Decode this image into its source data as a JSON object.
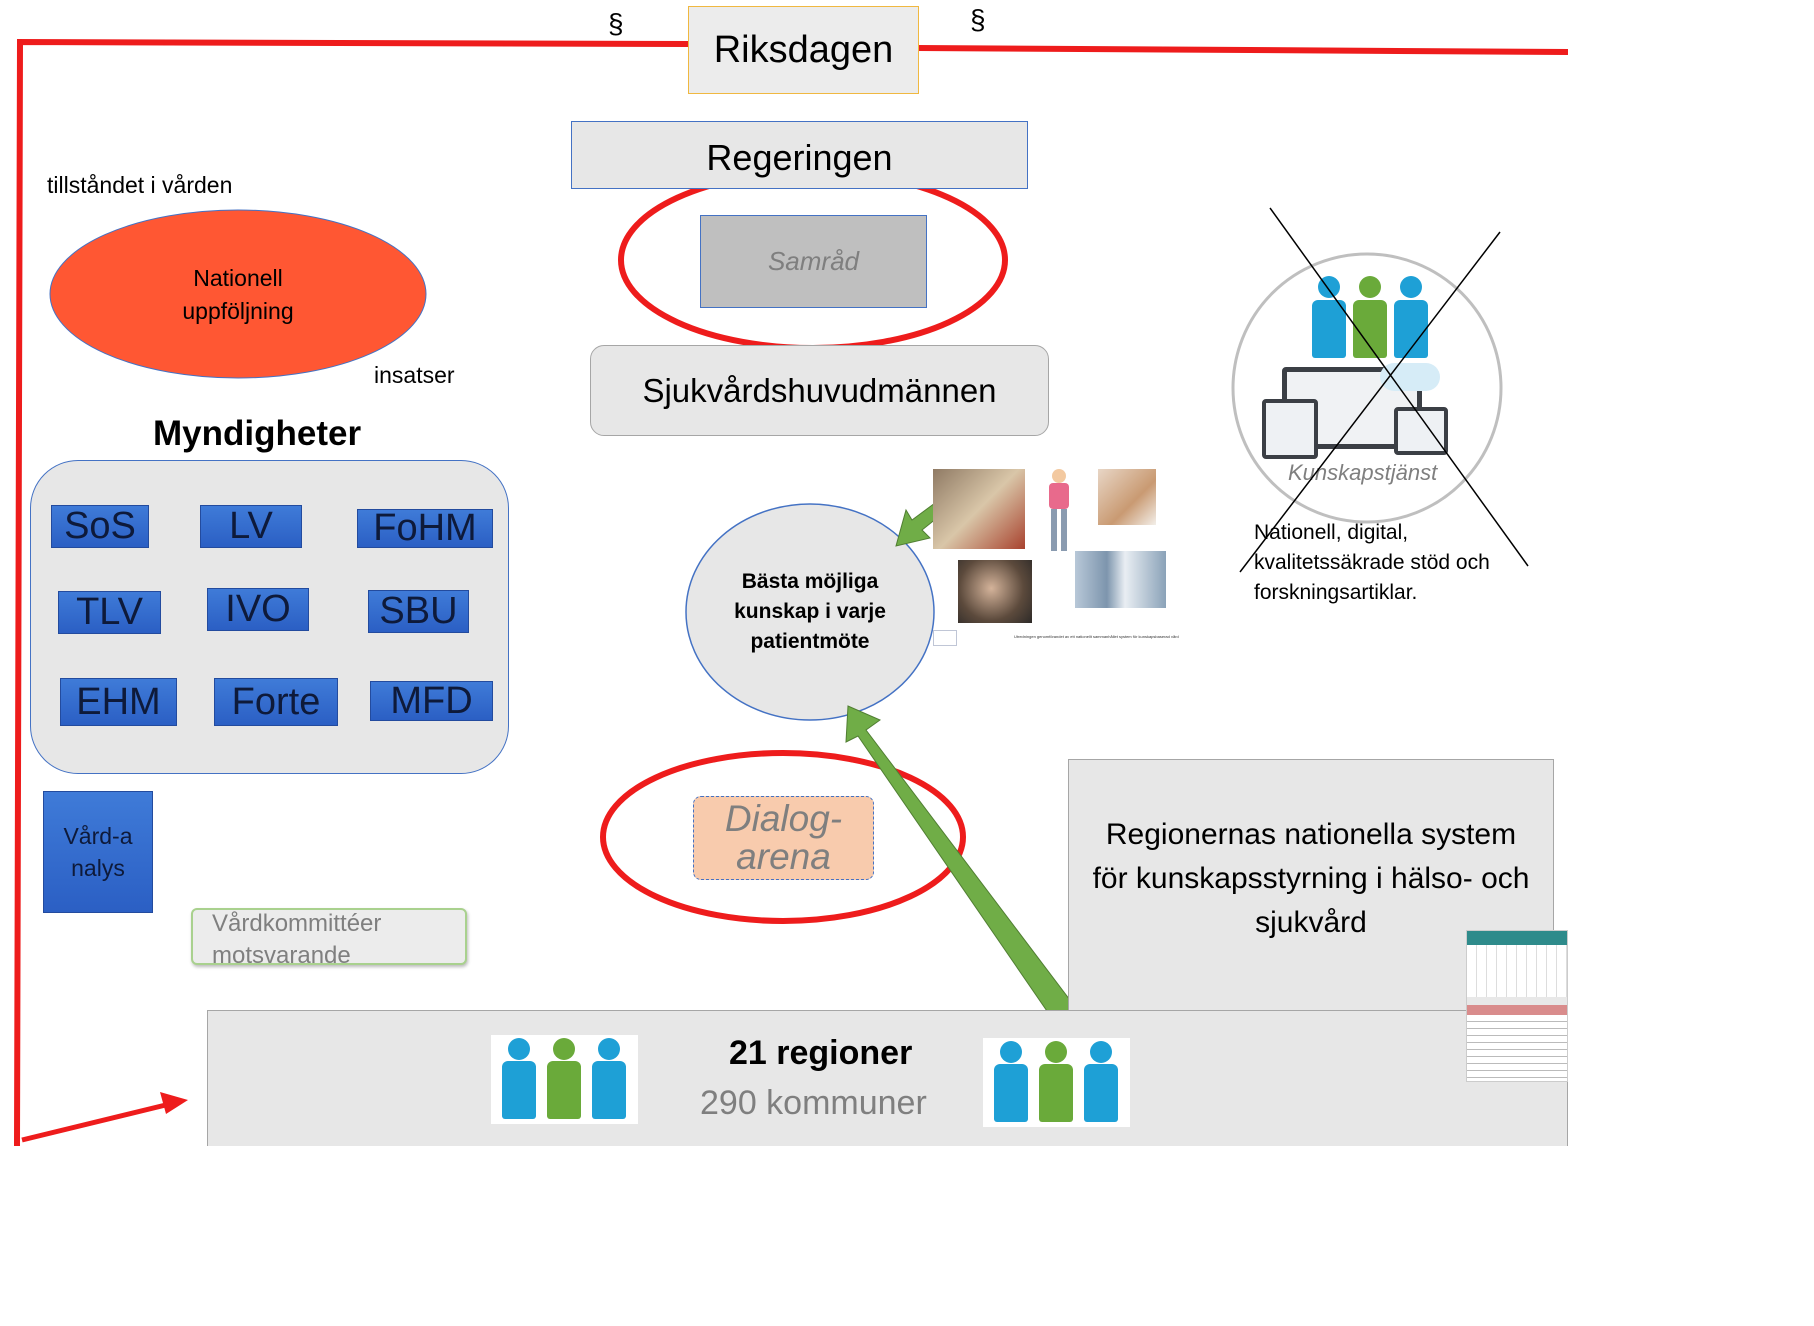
{
  "labels": {
    "section_left": "§",
    "section_right": "§",
    "riksdagen": "Riksdagen",
    "regeringen": "Regeringen",
    "samrad": "Samråd",
    "sjukvardshuvudmannen": "Sjukvårdshuvudmännen",
    "tillstandet": "tillståndet i vården",
    "nationell_uppfoljning": "Nationell uppföljning",
    "insatser": "insatser",
    "myndigheter": "Myndigheter",
    "vardanalys": "Vård-analys",
    "vardkommitteer": "Vårdkommittéer motsvarande",
    "basta_mojliga": "Bästa möjliga kunskap i varje patientmöte",
    "dialog_arena": "Dialog-arena",
    "kunskapstjanst": "Kunskapstjänst",
    "kunskapstjanst_desc": "Nationell, digital, kvalitetssäkrade stöd och forskningsartiklar.",
    "regionernas_system": "Regionernas nationella system för kunskapsstyrning i hälso- och sjukvård",
    "regioner": "21 regioner",
    "kommuner": "290 kommuner",
    "utredning_caption": "Utredningen genomförandet av ett nationellt sammanhållet system för kunskapsbaserad vård"
  },
  "agencies": [
    {
      "label": "SoS"
    },
    {
      "label": "LV"
    },
    {
      "label": "FoHM"
    },
    {
      "label": "TLV"
    },
    {
      "label": "IVO"
    },
    {
      "label": "SBU"
    },
    {
      "label": "EHM"
    },
    {
      "label": "Forte"
    },
    {
      "label": "MFD"
    }
  ],
  "colors": {
    "frame_red": "#ee1c1c",
    "uppfoljning_fill": "#ff5733",
    "agency_blue": "#3366cc",
    "arrow_green": "#70ad47",
    "people_blue": "#1ea0d6",
    "people_green": "#6aaa3a"
  }
}
